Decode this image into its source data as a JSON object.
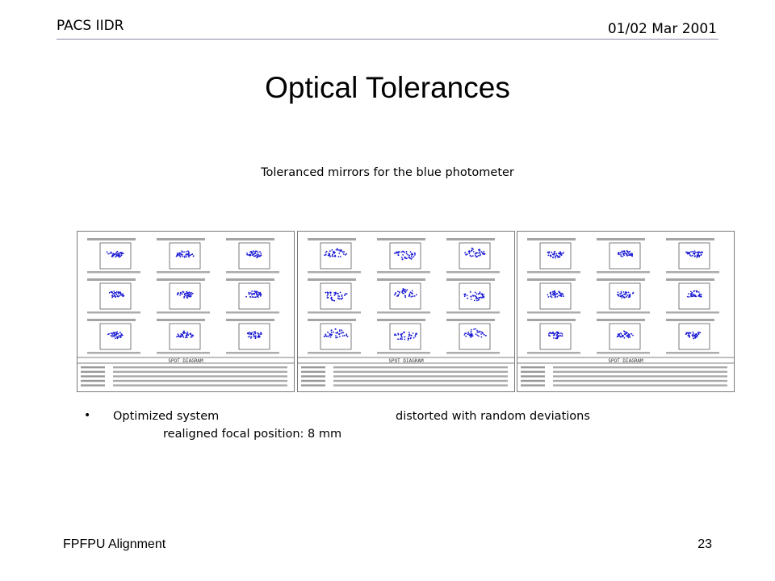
{
  "header": {
    "left": "PACS IIDR",
    "right": "01/02 Mar 2001"
  },
  "title": "Optical Tolerances",
  "subtitle": "Toleranced mirrors for the blue photometer",
  "figure": {
    "panel_title": "SPOT DIAGRAM",
    "spot_color": "#1a1ad6",
    "panels": [
      {
        "name": "optimized-system"
      },
      {
        "name": "distorted-random-deviations"
      },
      {
        "name": "realigned-focal-position"
      }
    ]
  },
  "caption": {
    "bullet": "•",
    "left": "Optimized system",
    "right": "distorted with random deviations",
    "line2": "realigned focal position: 8 mm"
  },
  "footer": {
    "left": "FPFPU Alignment",
    "right": "23"
  }
}
